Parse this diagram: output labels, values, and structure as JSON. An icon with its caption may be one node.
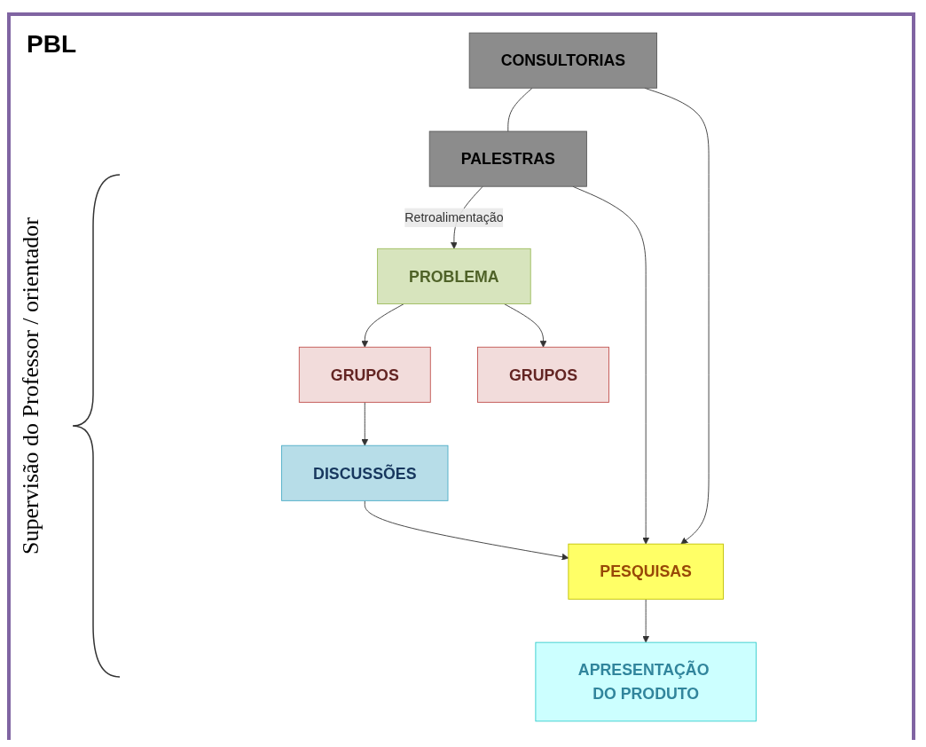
{
  "diagram": {
    "title": "PBL",
    "nodes": [
      {
        "text": [
          "PROBLEMA"
        ]
      },
      {
        "text": [
          "GRUPOS"
        ]
      },
      {
        "text": [
          "GRUPOS"
        ]
      },
      {
        "text": [
          "DISCUSSÕES"
        ]
      },
      {
        "text": [
          "PESQUISAS"
        ]
      },
      {
        "text": [
          "APRESENTAÇÃO DO PRODUTO"
        ]
      },
      {
        "text": [
          "PALESTRAS"
        ]
      },
      {
        "text": [
          "CONSULTORIAS"
        ]
      }
    ],
    "edges": [
      {
        "from": 0,
        "to": 1,
        "arrow": "to"
      },
      {
        "from": 0,
        "to": 2,
        "arrow": "to"
      },
      {
        "from": 1,
        "to": 3,
        "arrow": "to"
      },
      {
        "from": 3,
        "to": 4,
        "arrow": "to"
      },
      {
        "from": 4,
        "to": 5,
        "arrow": "to"
      },
      {
        "from": 6,
        "to": 4,
        "arrow": "to"
      },
      {
        "from": 7,
        "to": 4,
        "arrow": "to"
      },
      {
        "from": 6,
        "to": 0,
        "arrow": "to",
        "label": "Retroalimentação"
      },
      {
        "from": 7,
        "to": 6,
        "arrow": "none"
      }
    ],
    "labels": [
      "Supervisão do Professor / orientador"
    ]
  }
}
